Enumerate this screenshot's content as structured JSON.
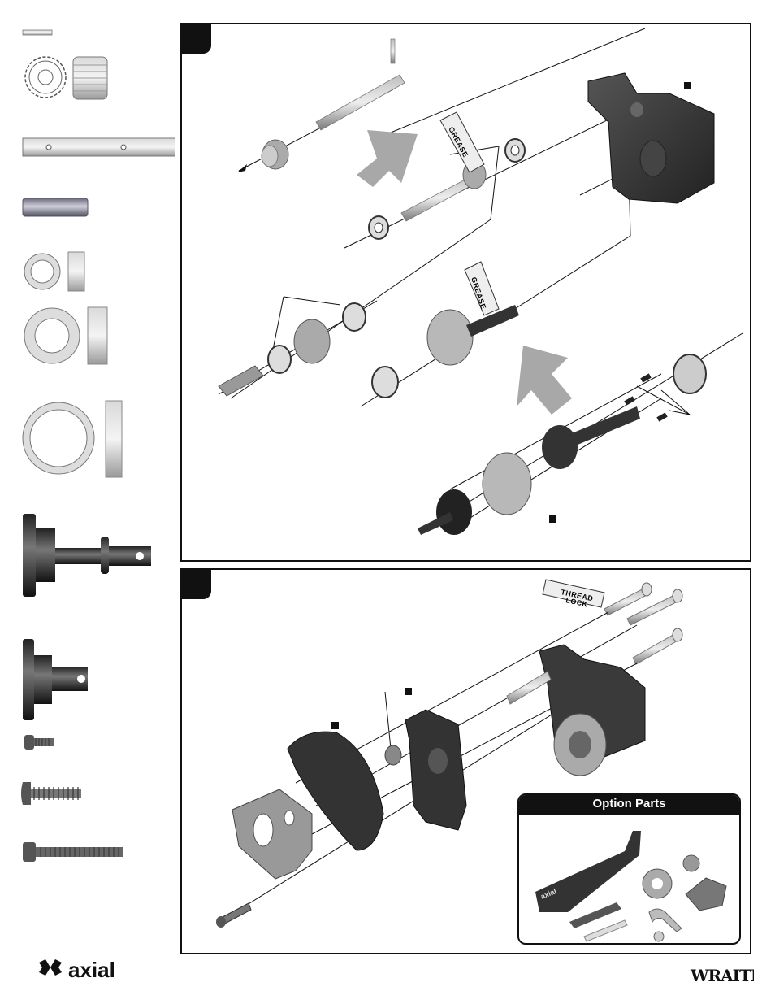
{
  "option_parts": {
    "title": "Option Parts",
    "logo_text": "axial"
  },
  "tubes": {
    "grease": "GREASE",
    "thread_lock_line1": "THREAD",
    "thread_lock_line2": "LOCK"
  },
  "brand": {
    "left_logo": "axial",
    "right_logo": "WRAITH"
  },
  "icons": {
    "step_badges": [
      "step-badge-icon",
      "step-badge-icon"
    ],
    "parts": [
      "pin-icon",
      "gear-icon",
      "shaft-icon",
      "spacer-icon",
      "bearing-icon",
      "outdrive-icon",
      "screw-icon"
    ]
  },
  "colors": {
    "ink": "#111111",
    "part_gray": "#8a8a8a",
    "housing_dark": "#3a3a3a",
    "arrow_gray": "#a8a8a8"
  }
}
